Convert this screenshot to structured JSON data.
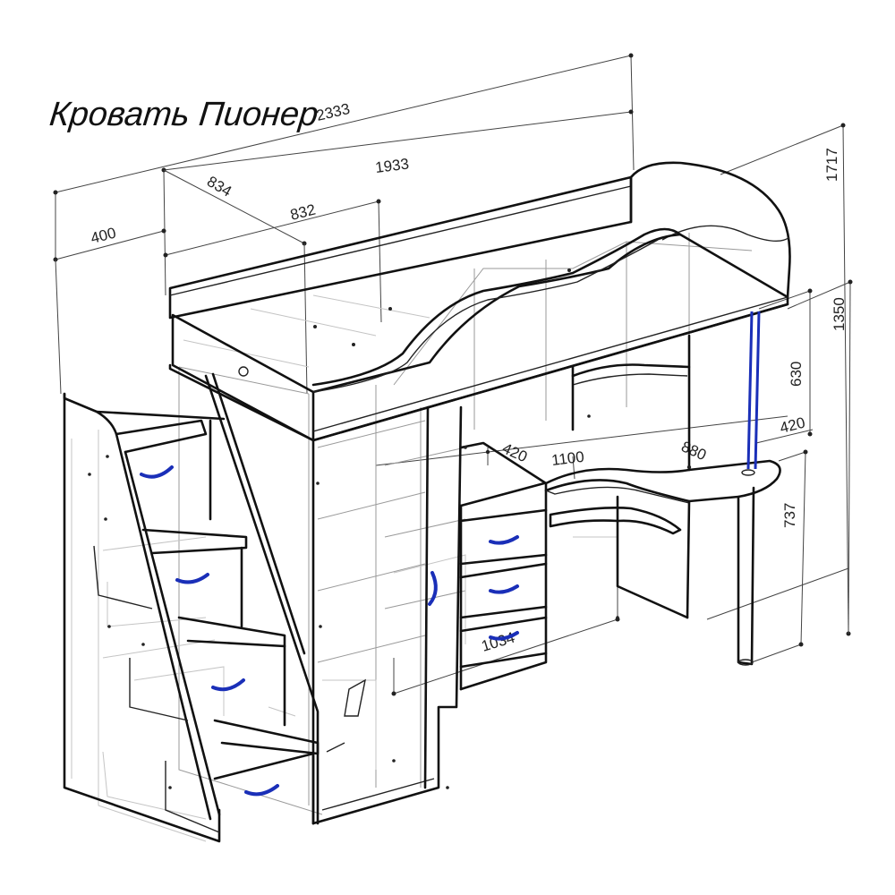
{
  "title": "Кровать Пионер",
  "dimensions": {
    "d2333": "2333",
    "d1933": "1933",
    "d834": "834",
    "d832": "832",
    "d400": "400",
    "d1717": "1717",
    "d1350": "1350",
    "d630": "630",
    "d420a": "420",
    "d420b": "420",
    "d1100": "1100",
    "d880": "880",
    "d737": "737",
    "d1034": "1034"
  },
  "colors": {
    "outline": "#111111",
    "ghost": "#9a9a9a",
    "handle": "#1a2fb8"
  }
}
